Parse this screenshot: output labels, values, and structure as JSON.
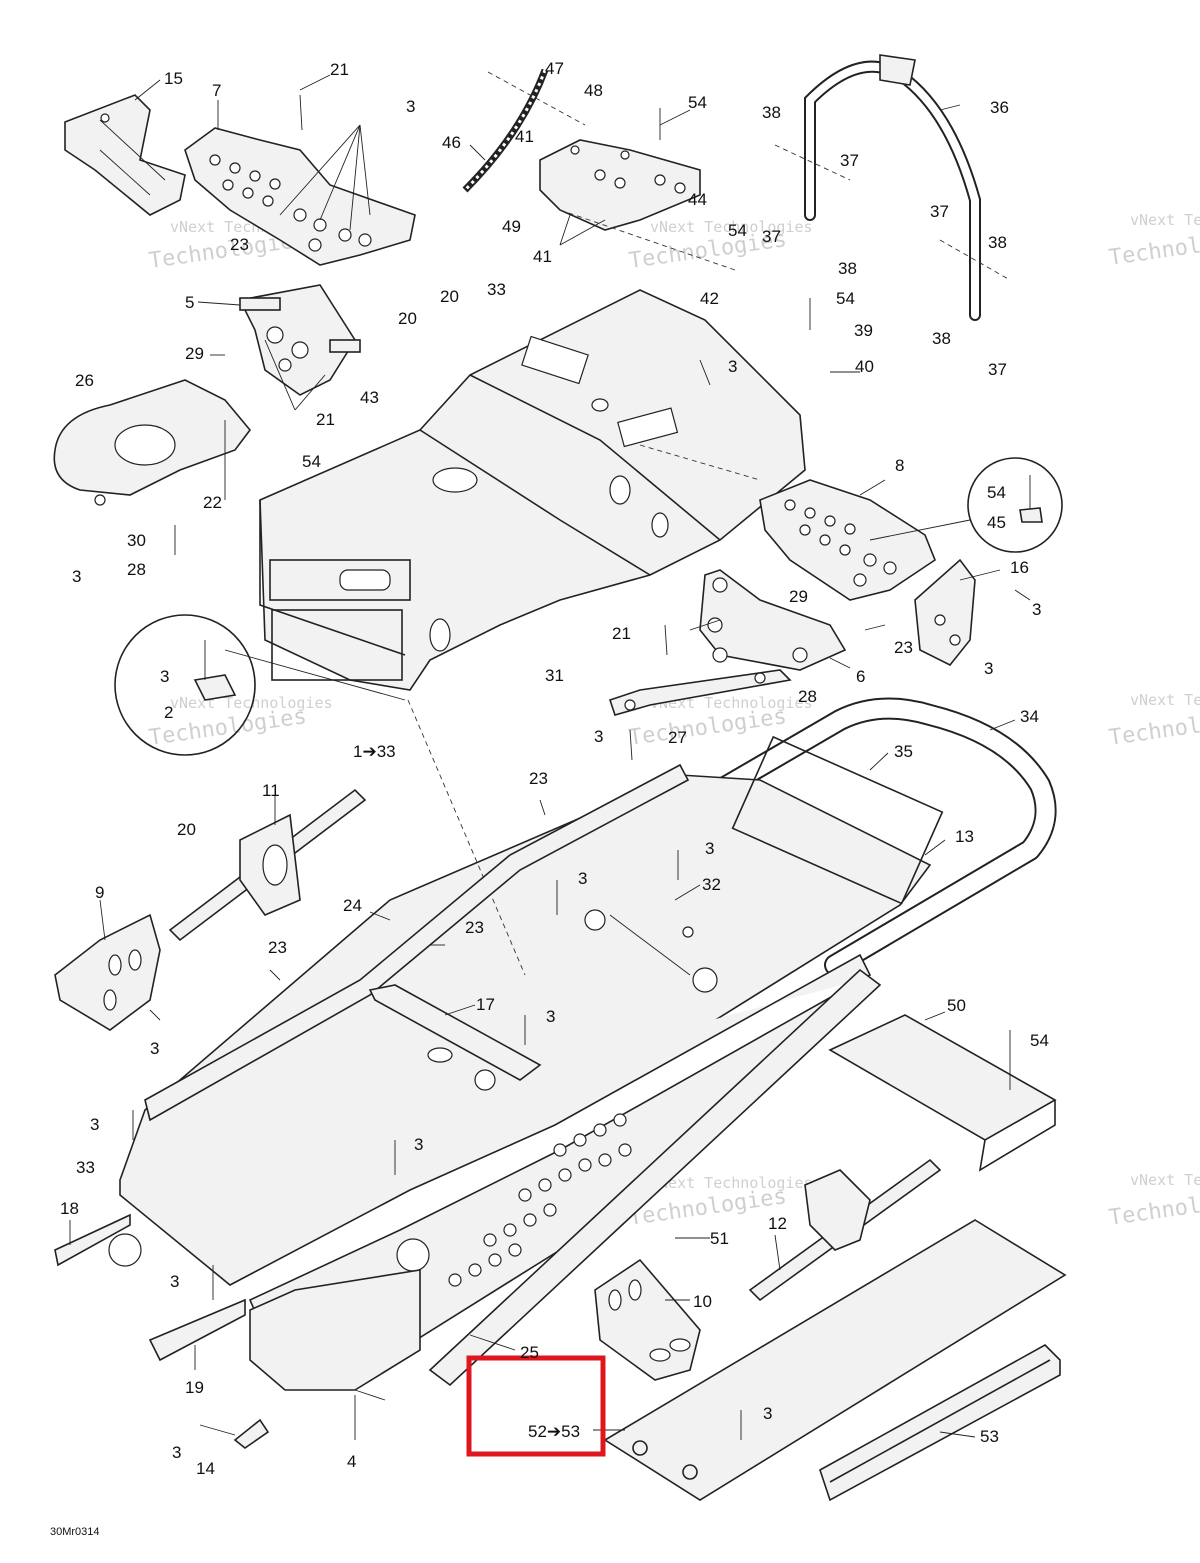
{
  "diagram": {
    "drawing_id": "30Mr0314",
    "highlight_color": "#e0161f",
    "highlighted_callout": "52➔53",
    "watermark": {
      "line1": "vNext Technologies",
      "line2": "Technologies"
    },
    "callouts": {
      "c1": "15",
      "c2": "21",
      "c3": "7",
      "c4": "3",
      "c5": "47",
      "c6": "48",
      "c7": "46",
      "c8": "41",
      "c9": "54",
      "c10": "38",
      "c11": "36",
      "c12": "37",
      "c13": "44",
      "c14": "49",
      "c15": "41",
      "c16": "54",
      "c17": "37",
      "c18": "38",
      "c19": "37",
      "c20": "38",
      "c21": "23",
      "c22": "5",
      "c23": "20",
      "c24": "20",
      "c25": "33",
      "c26": "42",
      "c27": "54",
      "c28": "39",
      "c29": "38",
      "c30": "37",
      "c31": "29",
      "c32": "3",
      "c33": "40",
      "c34": "26",
      "c35": "21",
      "c36": "43",
      "c37": "54",
      "c38": "8",
      "c39": "54",
      "c40": "45",
      "c41": "22",
      "c42": "30",
      "c43": "28",
      "c44": "3",
      "c45": "16",
      "c46": "29",
      "c47": "3",
      "c48": "21",
      "c49": "23",
      "c50": "3",
      "c51": "3",
      "c52": "31",
      "c53": "6",
      "c54": "2",
      "c55": "28",
      "c56": "34",
      "c57": "3",
      "c58": "27",
      "c59": "1➔33",
      "c60": "35",
      "c61": "23",
      "c62": "11",
      "c63": "20",
      "c64": "13",
      "c65": "3",
      "c66": "32",
      "c67": "3",
      "c68": "9",
      "c69": "24",
      "c70": "23",
      "c71": "23",
      "c72": "17",
      "c73": "3",
      "c74": "50",
      "c75": "54",
      "c76": "3",
      "c77": "3",
      "c78": "33",
      "c79": "3",
      "c80": "18",
      "c81": "51",
      "c82": "12",
      "c83": "3",
      "c84": "10",
      "c85": "25",
      "c86": "19",
      "c87": "52➔53",
      "c88": "3",
      "c89": "53",
      "c90": "3",
      "c91": "14",
      "c92": "4"
    }
  }
}
